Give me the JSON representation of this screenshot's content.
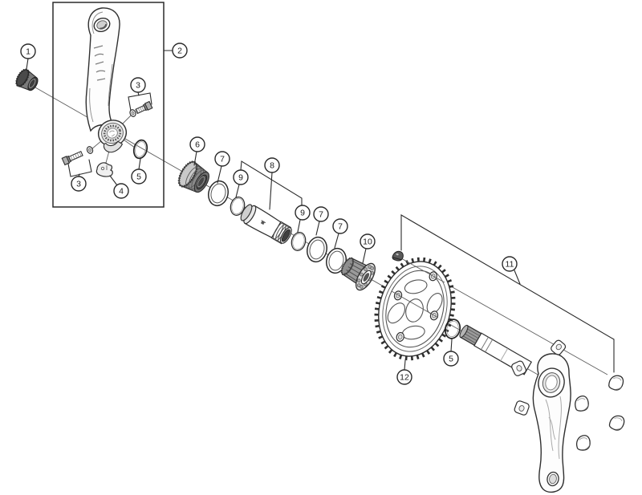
{
  "diagram": {
    "description": "Exploded parts diagram of a bicycle crankset with numbered callout balloons",
    "callouts": [
      {
        "label": "1"
      },
      {
        "label": "2"
      },
      {
        "label": "3"
      },
      {
        "label": "3"
      },
      {
        "label": "4"
      },
      {
        "label": "5"
      },
      {
        "label": "6"
      },
      {
        "label": "7"
      },
      {
        "label": "9"
      },
      {
        "label": "8"
      },
      {
        "label": "9"
      },
      {
        "label": "7"
      },
      {
        "label": "7"
      },
      {
        "label": "10"
      },
      {
        "label": "11"
      },
      {
        "label": "5"
      },
      {
        "label": "12"
      }
    ],
    "colors": {
      "line": "#2a2a2a",
      "construction_line": "#5f5f5f",
      "shade_dark": "#4a4a4a",
      "shade_mid": "#8a8a8a",
      "shade_light": "#d8d8d8",
      "background": "#ffffff"
    }
  }
}
